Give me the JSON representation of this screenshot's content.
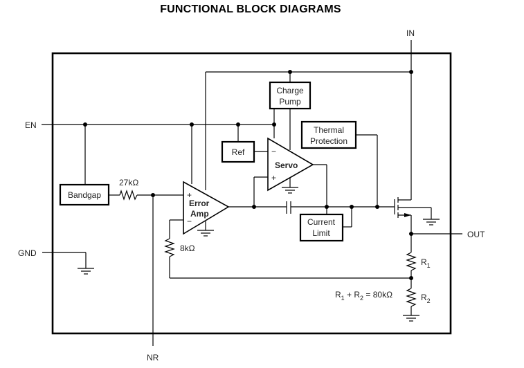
{
  "title": "FUNCTIONAL BLOCK DIAGRAMS",
  "pins": {
    "in": "IN",
    "en": "EN",
    "gnd": "GND",
    "out": "OUT",
    "nr": "NR"
  },
  "blocks": {
    "charge_pump": [
      "Charge",
      "Pump"
    ],
    "thermal_protection": [
      "Thermal",
      "Protection"
    ],
    "ref": "Ref",
    "bandgap": "Bandgap",
    "current_limit": [
      "Current",
      "Limit"
    ]
  },
  "amplifiers": {
    "servo": {
      "label": "Servo",
      "minus": "−",
      "plus": "+"
    },
    "error_amp": {
      "label": [
        "Error",
        "Amp"
      ],
      "minus": "−",
      "plus": "+"
    }
  },
  "resistors": {
    "r_bandgap": "27kΩ",
    "r_nr": "8kΩ",
    "r1": {
      "name": "R",
      "sub": "1"
    },
    "r2": {
      "name": "R",
      "sub": "2"
    }
  },
  "equation": {
    "r1": "R",
    "r1_sub": "1",
    "plus": " + ",
    "r2": "R",
    "r2_sub": "2",
    "rest": " = 80kΩ"
  }
}
